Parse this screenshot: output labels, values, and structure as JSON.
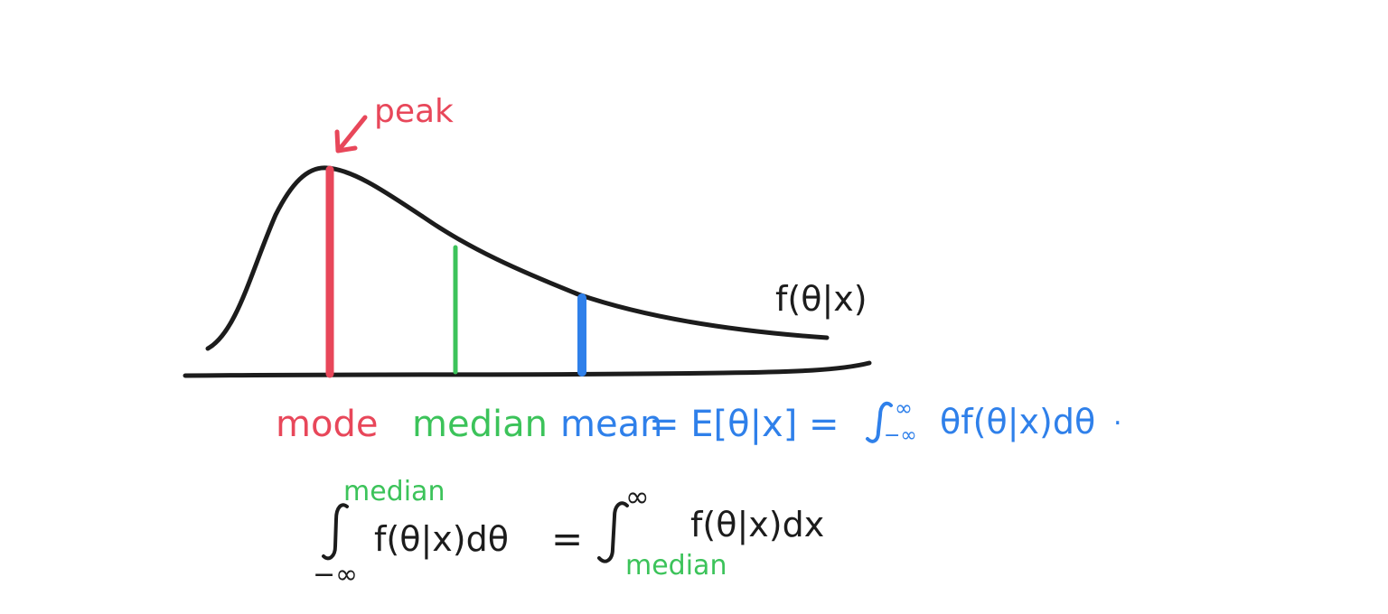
{
  "colors": {
    "curve": "#1c1c1c",
    "mode": "#e8475a",
    "median": "#3cc35a",
    "mean": "#2f80ea"
  },
  "labels": {
    "peak": "peak",
    "curve": "f(θ|x)",
    "mode": "mode",
    "median": "median",
    "mean": "mean",
    "mean_formula": "= E[θ|x] = ",
    "mean_integral_upper": "∞",
    "mean_integral_lower": "−∞",
    "mean_integrand": "θf(θ|x)dθ",
    "mean_period": "."
  },
  "median_equation": {
    "left_upper": "median",
    "left_lower": "−∞",
    "left_integrand": "f(θ|x)dθ",
    "equals": "=",
    "right_upper": "∞",
    "right_lower": "median",
    "right_integrand": "f(θ|x)dx"
  }
}
